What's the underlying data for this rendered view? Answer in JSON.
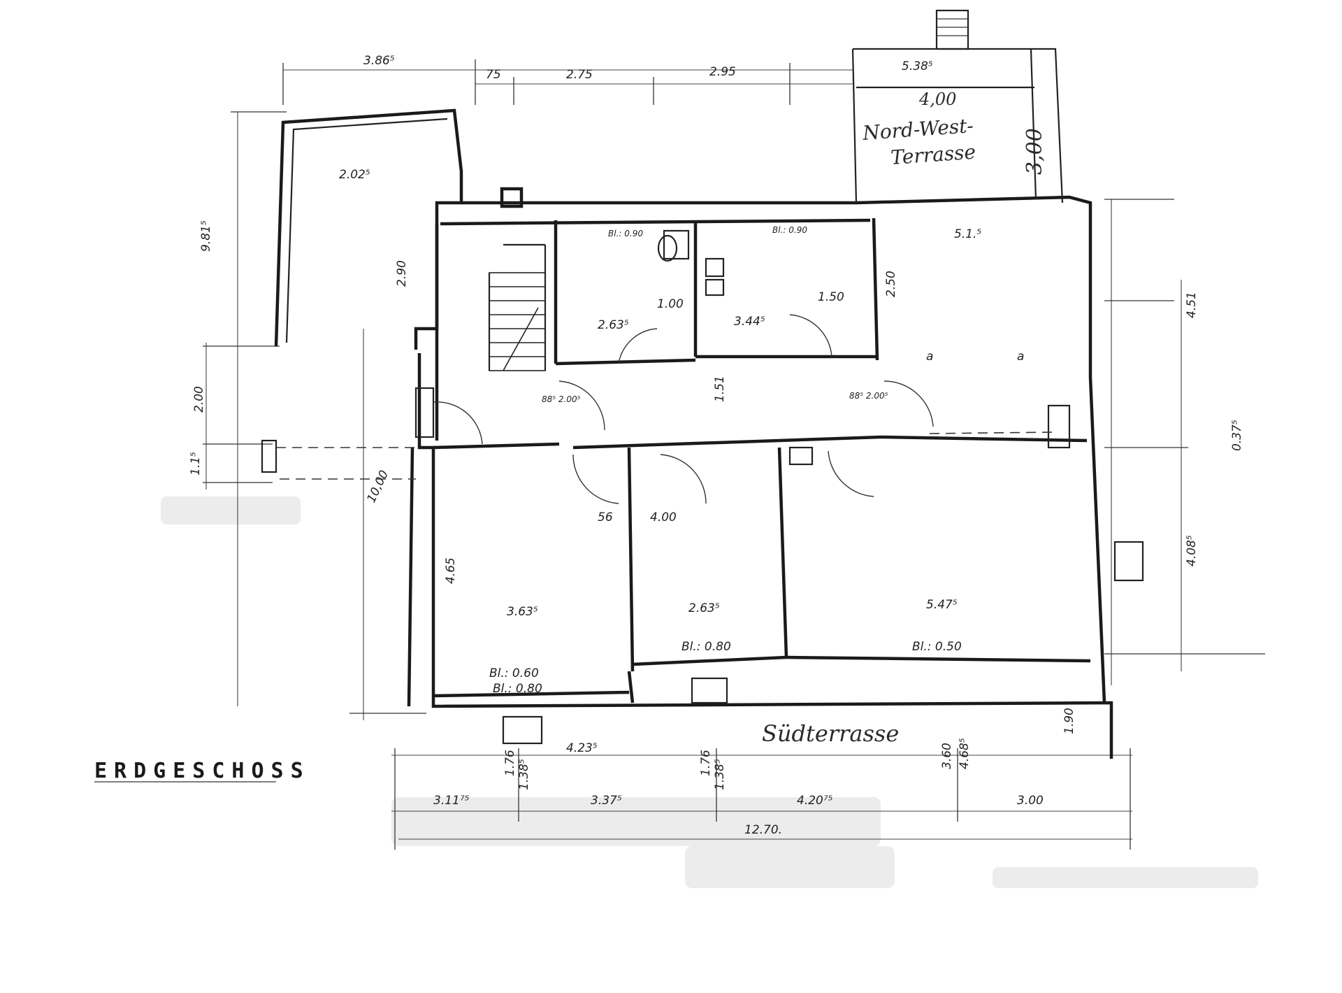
{
  "title": "ERDGESCHOSS",
  "terraces": {
    "north_west_line1": "Nord-West-",
    "north_west_line2": "Terrasse",
    "north_west_width": "4,00",
    "north_west_depth": "3,00",
    "south": "Südterrasse"
  },
  "dims_top": [
    "3.86⁵",
    "75",
    "2.75",
    "2.95",
    "5.38⁵"
  ],
  "dims_bottom": [
    "3.11⁷⁵",
    "3.37⁵",
    "4.20⁷⁵",
    "3.00"
  ],
  "total_width": "12.70.",
  "dims_left": [
    "9.81⁵",
    "2.00",
    "1.1⁵",
    "10,00"
  ],
  "dims_right": [
    "4.51",
    "0.37⁵",
    "4.08⁵",
    "1.90",
    "3.60",
    "4.68⁵"
  ],
  "rooms": [
    {
      "label": "3.63⁵",
      "window": "Bl.: 0.80"
    },
    {
      "label": "2.63⁵",
      "window": "Bl.: 0.80"
    },
    {
      "label": "5.47⁵",
      "window": "Bl.: 0.50"
    },
    {
      "label": "3.44⁵"
    },
    {
      "label": "2.63⁵"
    },
    {
      "label": "5.1.⁵"
    }
  ],
  "misc_labels": {
    "upper_bl_1": "Bl.: 0.90",
    "upper_bl_2": "Bl.: 0.90",
    "lower_bl": "Bl.: 0.60",
    "d_1_50": "1.50",
    "d_1_00": "1.00",
    "d_4_00": "4.00",
    "d_4_23": "4.23⁵",
    "d_2_90": "2.90",
    "d_2_00": "2.00",
    "d_1_51": "1.51",
    "d_2_02": "2.02⁵",
    "door_1": "88⁵ 2.00⁵",
    "door_2": "88⁵ 2.00⁵",
    "letter_a1": "a",
    "letter_a2": "a",
    "d_4_65": "4.65",
    "d_2_50": "2.50",
    "d_1_76a": "1.76",
    "d_1_76b": "1.76",
    "d_1_38a": "1.38⁵",
    "d_1_38b": "1.38⁵",
    "d_56": "56"
  }
}
